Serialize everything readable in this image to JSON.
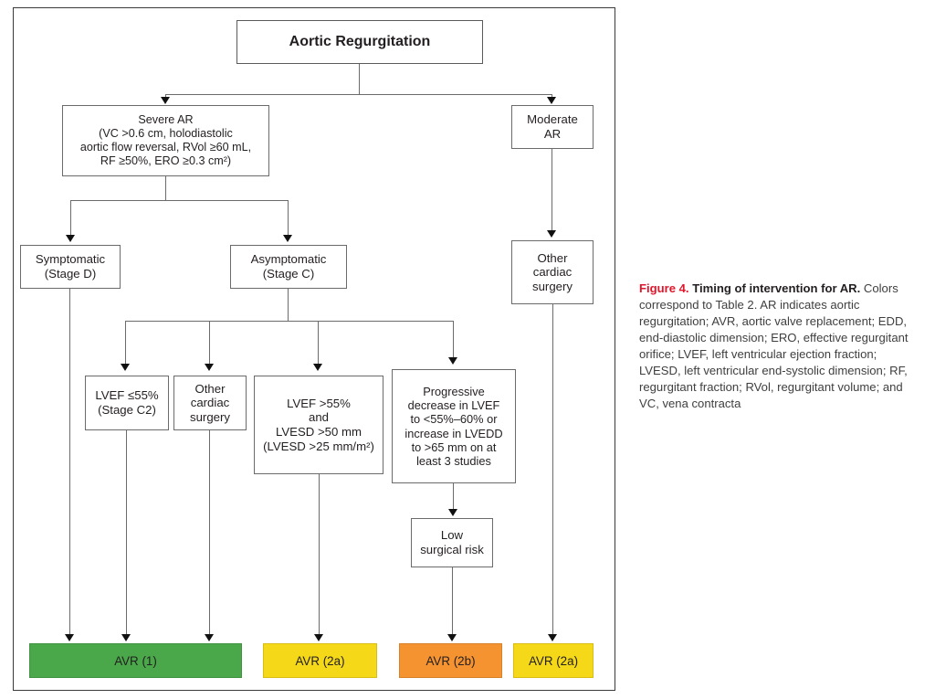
{
  "figure": {
    "root": {
      "label": "Aortic Regurgitation"
    },
    "nodes": {
      "severe_ar": "Severe AR\n(VC >0.6 cm, holodiastolic\naortic flow reversal, RVol ≥60 mL,\nRF ≥50%, ERO ≥0.3 cm²)",
      "moderate_ar": "Moderate\nAR",
      "symptomatic": "Symptomatic\n(Stage D)",
      "asymptomatic": "Asymptomatic\n(Stage C)",
      "other_cardiac_surgery_right": "Other\ncardiac\nsurgery",
      "lvef_le_55": "LVEF ≤55%\n(Stage C2)",
      "other_cardiac_surgery_mid": "Other\ncardiac\nsurgery",
      "lvef_gt_55": "LVEF >55%\nand\nLVESD >50 mm\n(LVESD >25 mm/m²)",
      "progressive_decrease": "Progressive\ndecrease in LVEF\nto <55%–60% or\nincrease in LVEDD\nto >65 mm on at\nleast 3 studies",
      "low_surgical_risk": "Low\nsurgical risk"
    },
    "results": [
      {
        "key": "avr_1",
        "label": "AVR (1)",
        "color": "#4aa84b"
      },
      {
        "key": "avr_2a_1",
        "label": "AVR (2a)",
        "color": "#f5d818"
      },
      {
        "key": "avr_2b",
        "label": "AVR (2b)",
        "color": "#f59331"
      },
      {
        "key": "avr_2a_2",
        "label": "AVR (2a)",
        "color": "#f5d818"
      }
    ]
  },
  "caption": {
    "figure_label": "Figure 4.",
    "title": " Timing of intervention for AR.",
    "body": "Colors correspond to Table 2. AR indicates aortic regurgitation; AVR, aortic valve replacement; EDD, end-diastolic dimension; ERO, effective regurgitant orifice; LVEF, left ventricular ejection fraction; LVESD, left ventricular end-systolic dimension; RF, regurgitant fraction; RVol, regurgitant volume; and VC, vena contracta"
  }
}
